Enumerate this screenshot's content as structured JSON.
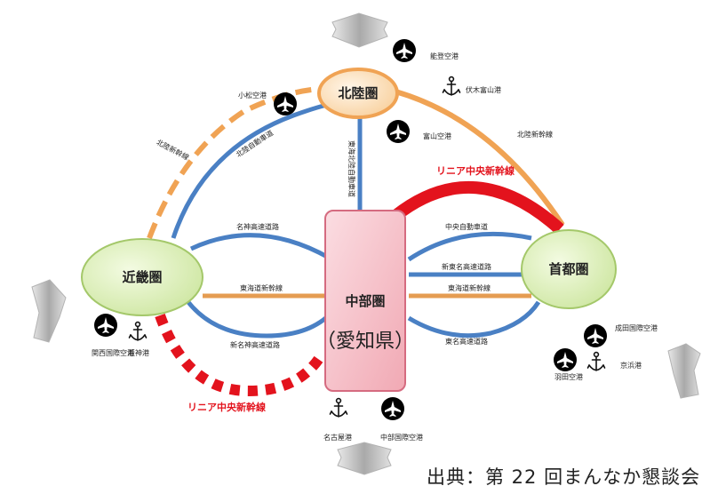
{
  "regions": {
    "hokuriku": "北陸圏",
    "kinki": "近畿圏",
    "chubu": "中部圏",
    "chubu_sub": "（愛知県）",
    "shutoken": "首都圏"
  },
  "routes": {
    "linear_top": "リニア中央新幹線",
    "linear_bottom": "リニア中央新幹線",
    "hokuriku_shinkansen_left": "北陸新幹線",
    "hokuriku_shinkansen_right": "北陸新幹線",
    "hokuriku_expressway": "北陸自動車道",
    "tokai_hokuriku_expressway": "東海北陸自動車道",
    "meishin": "名神高速道路",
    "tokaido_left": "東海道新幹線",
    "shin_meishin": "新名神高速道路",
    "chuo_expressway": "中央自動車道",
    "shin_tomei": "新東名高速道路",
    "tokaido_right": "東海道新幹線",
    "tomei": "東名高速道路"
  },
  "facilities": {
    "noto_airport": "能登空港",
    "komatsu_airport": "小松空港",
    "fushiki_toyama_port": "伏木富山港",
    "toyama_airport": "富山空港",
    "kansai_airport": "関西国際空港",
    "kobe_port": "阪神港",
    "nagoya_port": "名古屋港",
    "chubu_airport": "中部国際空港",
    "narita_airport": "成田国際空港",
    "haneda_airport": "羽田空港",
    "keihin_port": "京浜港"
  },
  "source": "出典：第 22 回まんなか懇談会"
}
